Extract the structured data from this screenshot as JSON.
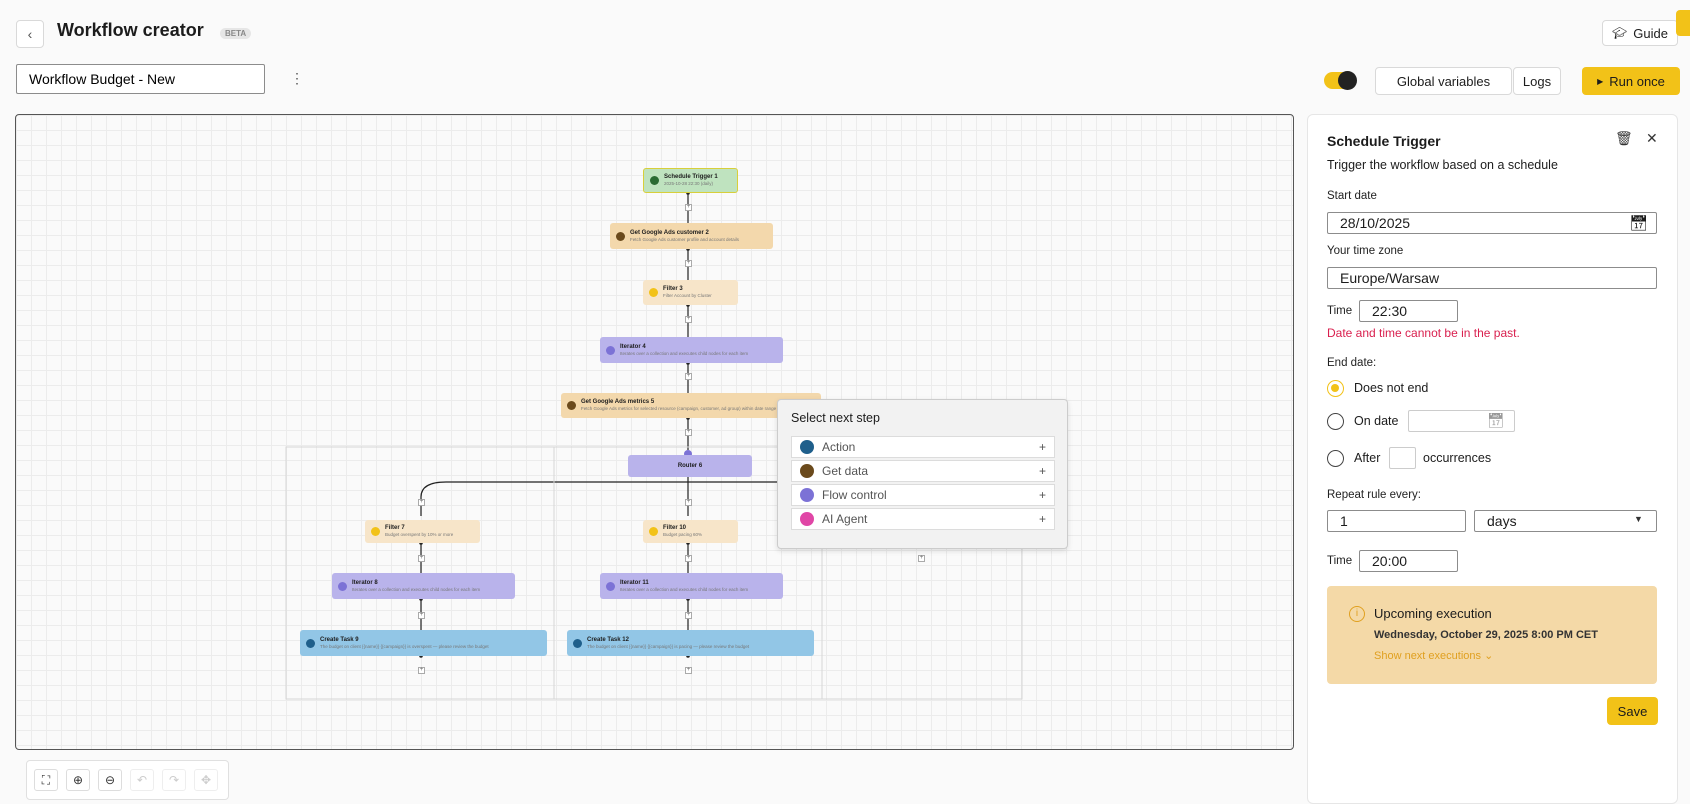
{
  "header": {
    "title": "Workflow creator",
    "beta": "BETA",
    "guide_label": "Guide",
    "workflow_name": "Workflow Budget - New",
    "global_variables_label": "Global variables",
    "logs_label": "Logs",
    "run_once_label": "Run once",
    "active_toggle_on": true
  },
  "colors": {
    "accent": "#f2c218",
    "error": "#d91f4e",
    "trigger": "#bfe3bf",
    "get_data": "#f3d8ac",
    "filter": "#f7e5c9",
    "iterator": "#b9b3eb",
    "task": "#92c6e6"
  },
  "canvas": {
    "nodes": {
      "trigger": {
        "title": "Schedule Trigger",
        "badge": "1",
        "desc": "2025-10-28 22:30 (daily)"
      },
      "gads_customer": {
        "title": "Get Google Ads customer",
        "badge": "2",
        "desc": "Fetch Google Ads customer profile and account details"
      },
      "filter1": {
        "title": "Filter",
        "badge": "3",
        "desc": "Filter Account by Cluster"
      },
      "iter1": {
        "title": "Iterator",
        "badge": "4",
        "desc": "Iterates over a collection and executes child nodes for each item"
      },
      "gads_metrics": {
        "title": "Get Google Ads metrics",
        "badge": "5",
        "desc": "Fetch Google Ads metrics for selected resource (campaign, customer, ad group) within date range"
      },
      "router": {
        "title": "Router",
        "badge": "6"
      },
      "filter_left": {
        "title": "Filter",
        "badge": "7",
        "desc": "Budget overspent by 10% or more"
      },
      "filter_mid": {
        "title": "Filter",
        "badge": "10",
        "desc": "Budget pacing 60%"
      },
      "iter_left": {
        "title": "Iterator",
        "badge": "8",
        "desc": "Iterates over a collection and executes child nodes for each item"
      },
      "iter_mid": {
        "title": "Iterator",
        "badge": "11",
        "desc": "Iterates over a collection and executes child nodes for each item"
      },
      "task_left": {
        "title": "Create Task",
        "badge": "9",
        "desc": "The budget on client {{name}} {{campaign}} is overspent — please review the budget"
      },
      "task_mid": {
        "title": "Create Task",
        "badge": "12",
        "desc": "The budget on client {{name}} {{campaign}} is pacing — please review the budget"
      }
    },
    "next_step_popup": {
      "title": "Select next step",
      "items": [
        {
          "label": "Action",
          "icon": "action-icon",
          "color": "#1f5f8b"
        },
        {
          "label": "Get data",
          "icon": "database-icon",
          "color": "#6b4a1c"
        },
        {
          "label": "Flow control",
          "icon": "flow-control-icon",
          "color": "#7c72d6"
        },
        {
          "label": "AI Agent",
          "icon": "robot-icon",
          "color": "#e046a6"
        }
      ]
    }
  },
  "zoom_toolbar": {
    "buttons": [
      "fit-view-icon",
      "zoom-in-icon",
      "zoom-out-icon",
      "undo-icon",
      "redo-icon",
      "move-icon"
    ]
  },
  "panel": {
    "title": "Schedule Trigger",
    "subtitle": "Trigger the workflow based on a schedule",
    "start_date_label": "Start date",
    "start_date": "28/10/2025",
    "timezone_label": "Your time zone",
    "timezone": "Europe/Warsaw",
    "time_label": "Time",
    "time": "22:30",
    "error": "Date and time cannot be in the past.",
    "end_date_label": "End date:",
    "end_options": {
      "never": "Does not end",
      "on_date": "On date",
      "after": "After",
      "occurrences": "occurrences",
      "selected": "never"
    },
    "repeat_label": "Repeat rule every:",
    "repeat_value": "1",
    "repeat_unit": "days",
    "time2_label": "Time",
    "time2": "20:00",
    "upcoming": {
      "title": "Upcoming execution",
      "datetime": "Wednesday, October 29, 2025 8:00 PM CET",
      "link": "Show next executions"
    },
    "save_label": "Save"
  }
}
